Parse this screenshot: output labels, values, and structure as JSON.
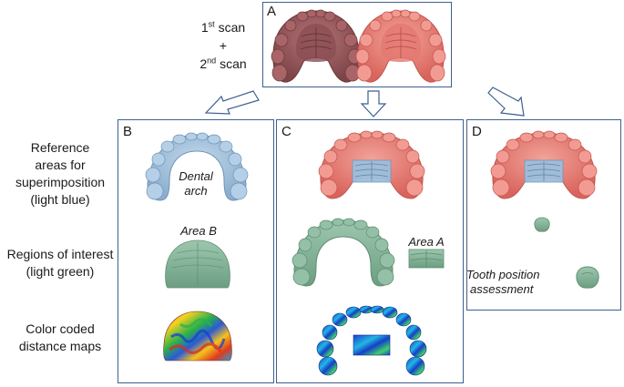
{
  "scan_label": {
    "line1_num": "1",
    "line1_sup": "st",
    "line1_word": "scan",
    "plus": "+",
    "line2_num": "2",
    "line2_sup": "nd",
    "line2_word": "scan"
  },
  "panels": {
    "A": "A",
    "B": "B",
    "C": "C",
    "D": "D"
  },
  "row_labels": {
    "reference": [
      "Reference",
      "areas for",
      "superimposition",
      "(light blue)"
    ],
    "roi": [
      "Regions of interest",
      "(light green)"
    ],
    "maps": [
      "Color coded",
      "distance maps"
    ]
  },
  "annotations": {
    "dental_arch": [
      "Dental",
      "arch"
    ],
    "area_b": "Area B",
    "area_a": "Area A",
    "tooth_position": [
      "Tooth position",
      "assessment"
    ]
  },
  "colors": {
    "scan1": "#9a5a5e",
    "scan2": "#e9857e",
    "reference_blue": "#a9c6e0",
    "roi_green": "#85b59a",
    "panel_border": "#3f5f8f"
  }
}
